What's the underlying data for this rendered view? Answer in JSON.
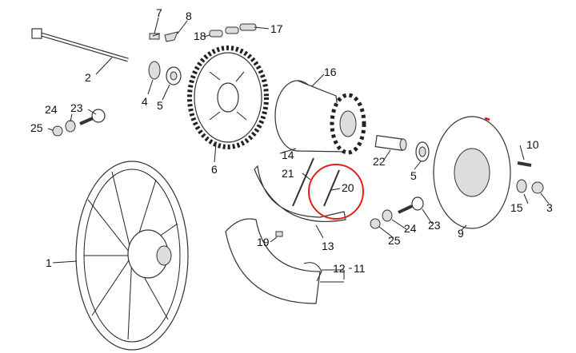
{
  "diagram": {
    "highlight_color": "#e0201c",
    "highlighted_part": "20",
    "labels": {
      "p1": "1",
      "p2": "2",
      "p3": "3",
      "p4": "4",
      "p5a": "5",
      "p5b": "5",
      "p6": "6",
      "p7": "7",
      "p8": "8",
      "p9": "9",
      "p10": "10",
      "p11": "11",
      "p12": "12",
      "p13": "13",
      "p14": "14",
      "p15": "15",
      "p16": "16",
      "p17": "17",
      "p18": "18",
      "p19": "19",
      "p20": "20",
      "p21": "21",
      "p22": "22",
      "p23a": "23",
      "p23b": "23",
      "p24a": "24",
      "p24b": "24",
      "p25a": "25",
      "p25b": "25"
    }
  }
}
